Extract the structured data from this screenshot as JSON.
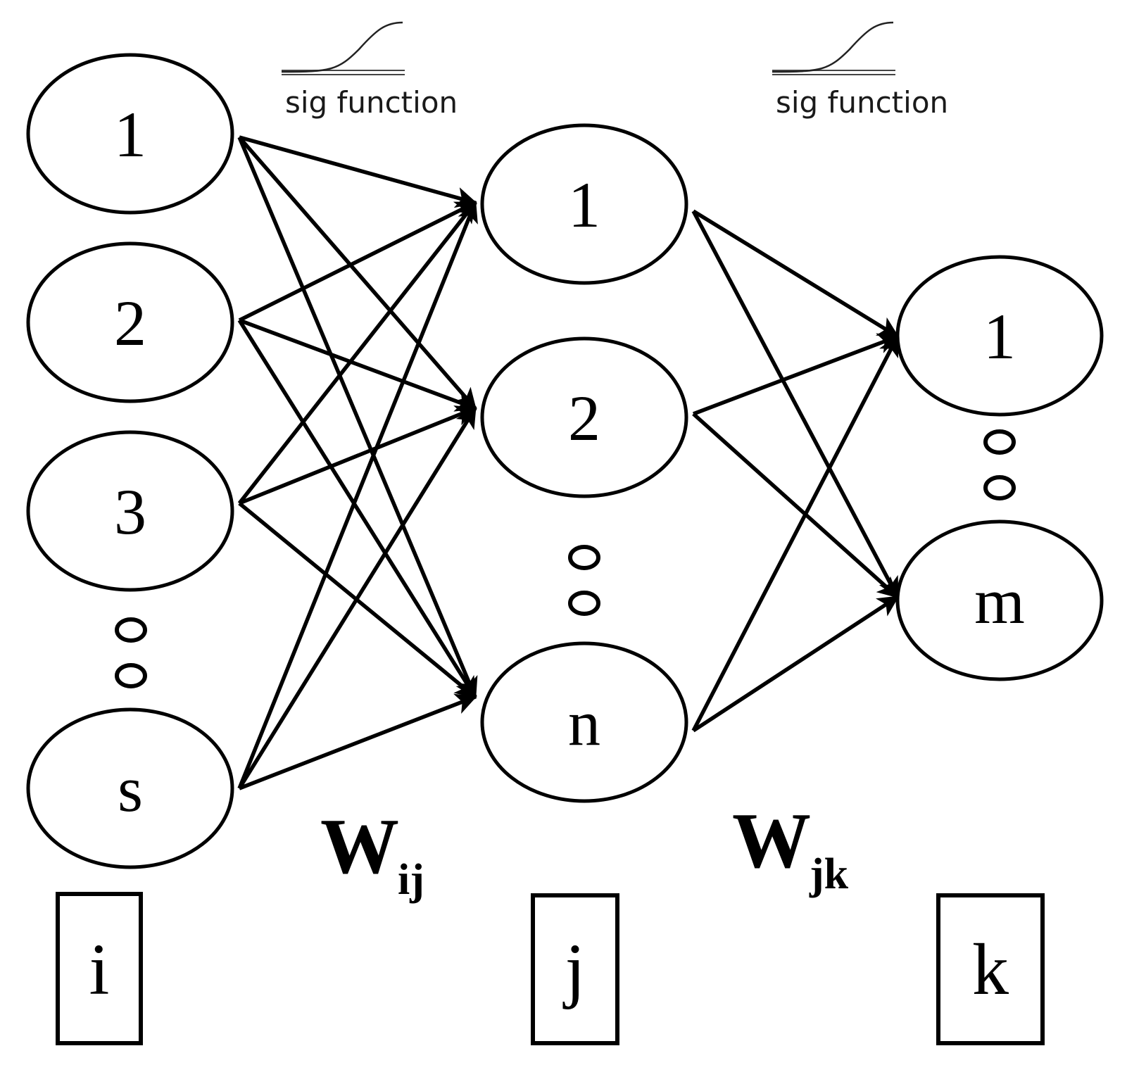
{
  "layers": {
    "input": {
      "nodes": [
        "1",
        "2",
        "3",
        "s"
      ],
      "box_label": "i"
    },
    "hidden": {
      "nodes": [
        "1",
        "2",
        "n"
      ],
      "box_label": "j"
    },
    "output": {
      "nodes": [
        "1",
        "m"
      ],
      "box_label": "k"
    }
  },
  "activations": [
    {
      "label": "sig function"
    },
    {
      "label": "sig function"
    }
  ],
  "weights": [
    {
      "main": "W",
      "sub": "ij"
    },
    {
      "main": "W",
      "sub": "jk"
    }
  ]
}
